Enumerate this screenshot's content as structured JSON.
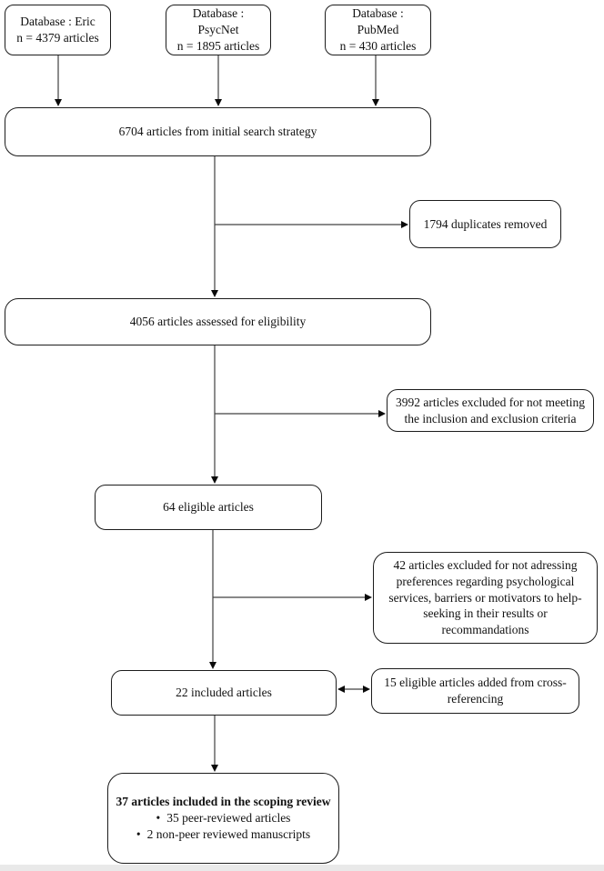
{
  "flow": {
    "sources": [
      {
        "line1": "Database : Eric",
        "line2": "n = 4379 articles"
      },
      {
        "line1": "Database : PsycNet",
        "line2": "n = 1895 articles"
      },
      {
        "line1": "Database : PubMed",
        "line2": "n = 430 articles"
      }
    ],
    "initial_search": "6704 articles from initial search strategy",
    "duplicates_removed": "1794 duplicates removed",
    "assessed": "4056 articles assessed for eligibility",
    "excluded_criteria": "3992 articles excluded for not meeting the inclusion and exclusion criteria",
    "eligible": "64 eligible articles",
    "excluded_scope": "42 articles excluded for not adressing preferences regarding psychological services, barriers or motivators to help-seeking in their results or recommandations",
    "included": "22 included articles",
    "cross_referencing": "15 eligible articles added from cross-referencing",
    "final": {
      "title": "37 articles included in the scoping review",
      "bullets": [
        "35 peer-reviewed articles",
        "2 non-peer reviewed manuscripts"
      ]
    },
    "bullet_char": "•"
  },
  "icons": {
    "arrow_down": "down-arrowhead",
    "arrow_right": "right-arrowhead",
    "arrow_double_horizontal": "double-headed-arrow"
  },
  "colors": {
    "background": "#ffffff",
    "box_border": "#1c1c1c",
    "connector_line": "#404040",
    "text": "#111111"
  }
}
